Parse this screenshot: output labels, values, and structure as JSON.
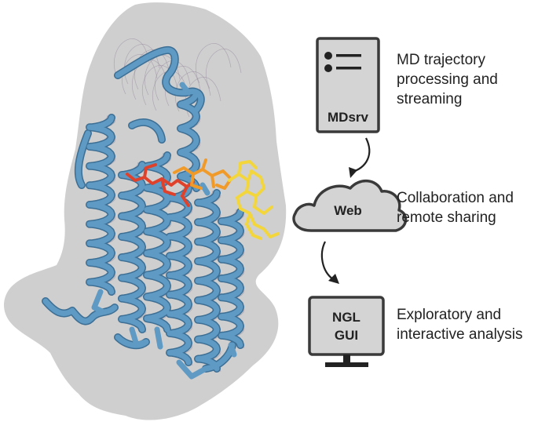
{
  "colors": {
    "surface": "#cfcfcf",
    "helix": "#5e9ac4",
    "helix_dark": "#3d6f95",
    "trace": "#8e7f96",
    "ligand_red": "#e0412b",
    "ligand_orange": "#f09a2a",
    "ligand_yellow": "#f3d63c",
    "icon_fill": "#d4d4d4",
    "icon_stroke": "#3a3a3a"
  },
  "icons": {
    "server": "server-icon",
    "cloud": "cloud-icon",
    "monitor": "monitor-icon",
    "arrows": "curved-arrow-icon"
  },
  "workflow": {
    "server": {
      "label": "MDsrv",
      "caption": [
        "MD trajectory",
        "processing and",
        "streaming"
      ]
    },
    "web": {
      "label": "Web",
      "caption": [
        "Collaboration and",
        "remote sharing"
      ]
    },
    "client": {
      "label": [
        "NGL",
        "GUI"
      ],
      "caption": [
        "Exploratory and",
        "interactive analysis"
      ]
    }
  }
}
